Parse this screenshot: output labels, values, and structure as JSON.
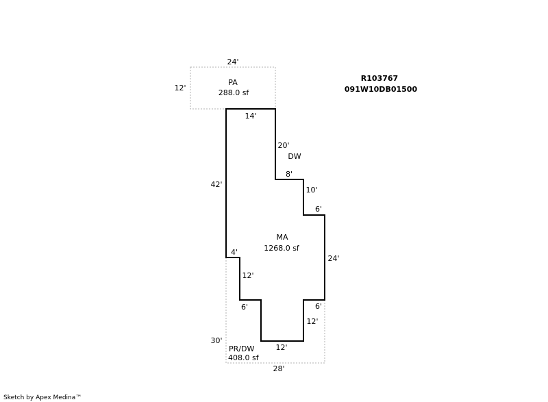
{
  "header": {
    "parcel_id": "R103767",
    "map_number": "091W10DB01500"
  },
  "areas": {
    "pa": {
      "code": "PA",
      "area": "288.0 sf"
    },
    "dw": {
      "code": "DW"
    },
    "ma": {
      "code": "MA",
      "area": "1268.0 sf"
    },
    "prdw": {
      "code": "PR/DW",
      "area": "408.0 sf"
    }
  },
  "dimensions": {
    "pa_top": "24'",
    "pa_left": "12'",
    "ma_top": "14'",
    "ma_upper_right": "20'",
    "ma_step1_horizontal": "8'",
    "ma_step1_vertical": "10'",
    "ma_step2_horizontal": "6'",
    "ma_right": "24'",
    "ma_left": "42'",
    "ma_left_notch_horizontal": "4'",
    "ma_left_notch_vertical": "12'",
    "ma_lower_left_horizontal": "6'",
    "ma_lower_right_horizontal": "6'",
    "ma_lower_right_vertical": "12'",
    "ma_bottom": "12'",
    "prdw_left": "30'",
    "prdw_bottom": "28'"
  },
  "footer": {
    "credit": "Sketch by Apex Medina™"
  },
  "colors": {
    "outline_main": "#000000",
    "outline_dotted": "#b0b0b0"
  }
}
